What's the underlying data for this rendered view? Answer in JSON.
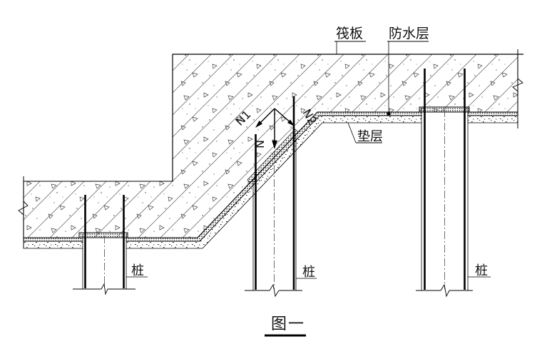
{
  "drawing_title": "图一",
  "labels": {
    "raft_slab": "筏板",
    "waterproof_layer": "防水层",
    "cushion_layer": "垫层",
    "pile_left": "桩",
    "pile_middle": "桩",
    "pile_right": "桩"
  },
  "forces": {
    "vertical": "N",
    "component_1": "N1",
    "component_2": "N2"
  },
  "colors": {
    "ink": "#000000",
    "paper": "#ffffff",
    "hatch_line": "#555555"
  }
}
